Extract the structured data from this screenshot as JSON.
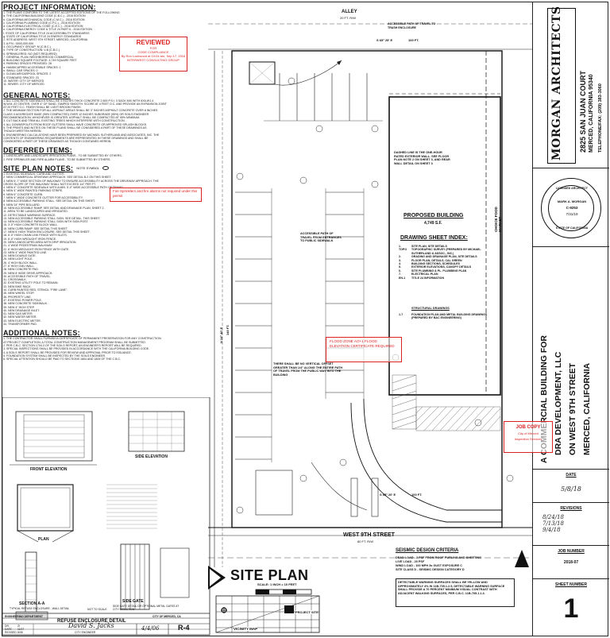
{
  "notes": {
    "project_info": {
      "title": "PROJECT INFORMATION:",
      "lines": [
        "1. THE PLANS CONFORM TO THE LATEST ACCEPTED EDITIONS OF THE FOLLOWING",
        "   a. THE CALIFORNIA BUILDING CODE (C.B.C.) - 2016 EDITION",
        "   b. CALIFORNIA MECHANICAL CODE (C.M.C.) - 2016 EDITION",
        "   c. CALIFORNIA PLUMBING CODE (C.P.C.) - 2016 EDITION",
        "   d. CALIFORNIA ELECTRICAL CODE (C.E.C.) - 2016 EDITION",
        "   e. CALIFORNIA ENERGY CODE & TITLE 24 PART 6 - 2016 EDITION",
        "   f. STATE OF CALIFORNIA TITLE 24 ACCESSIBILITY STANDARDS",
        "   g. STATE OF CALIFORNIA TITLE 24 ENERGY STANDARDS",
        "2. SITE ADDRESS: WEST 9TH STREET, MERCED, CALIFORNIA",
        "3. A.P.N.: 0000-000-000",
        "4. OCCUPANCY GROUP: M (C.B.C.)",
        "5. TYPE OF CONSTRUCTION: V-B (C.B.C.)",
        "6. SPRINKLERED: NO (NOT REQUIRED)",
        "7. GENERAL PLAN: NEIGHBORHOOD COMMERCIAL",
        "8. BUILDING SQUARE FOOTAGE: 4,749 SQUARE FEET",
        "9. PARKING SPACES PROVIDED: 26",
        "   a. HANDICAPPED ACCESSIBLE SPACES: 1",
        "   b. SMALL CAR SPACES: 0",
        "   c. CLEAN AIR/CARPOOL SPACES: 2",
        "   d. STANDARD SPACES: 23",
        "10. WATER: CITY OF MERCED",
        "11. SEWER: CITY OF MERCED"
      ]
    },
    "general": {
      "title": "GENERAL NOTES:",
      "lines": [
        "1. ALL CONCRETE SIDEWALKS SHALL BE 4 INCHES THICK CONCRETE 2,500 P.S.I. 3 SACK MIX WITH 6X6-W1.4",
        "   W.W.M. AT CENTER, OVER 4\" OF SAND, TAMPED SMOOTH. SCORE AT 4 FEET O.C. AND PROVIDE AN EXPANSION JOINT",
        "   AT 20 FEET O.C. FINISH SHALL BE LIGHT BROOM FINISH.",
        "2. THE MINIMUM SECTION FOR ALL ASPHALT AREAS SHALL BE 3\" INCHES ASPHALT CONCRETE OVER 8 INCHES",
        "   CLASS II AGGREGATE BASE (95% COMPACTED) OVER 12 INCHES SUBGRADE (95%) OR SOILS ENGINEER",
        "   RECOMMENDATION, WHICHEVER IS GREATER. ASPHALT SHALL BE COMPACTED AT 95% MINIMUM.",
        "3. CUT BACK AND TRIM ALL EXISTING TREES WHICH INTERFERE WITH CONSTRUCTION.",
        "4. ALL DOWNSPOUTS FROM ROOF GUTTERS SHALL HAVE CONCRETE OR APPROVED SPLASH BLOCKS.",
        "5. THE PRINTS AND NOTES ON THESE PLANS SHALL BE CONSIDERED A PART OF THESE DRAWINGS AS",
        "   THOUGH WRITTEN HEREIN.",
        "6. ENGINEERING CALCULATIONS HAVE BEEN PREPARED BY MICHAEL SUTHERLAND AND ASSOCIATES, INC. THE",
        "   CONTENTS OF ENGINEERING REQUIREMENTS ARE REPRESENTED IN THESE DRAWINGS AND SHALL BE",
        "   CONSIDERED A PART OF THESE DRAWINGS AS THOUGH CONTAINED HEREIN."
      ]
    },
    "deferred": {
      "title": "DEFERRED ITEMS:",
      "lines": [
        "1. LANDSCAPE AND LANDSCAPE IRRIGATION PLANS - TO BE SUBMITTED BY OTHERS.",
        "2. FIRE SPRINKLER AND FIRE ALARM PLANS - TO BE SUBMITTED BY OTHERS."
      ]
    },
    "site_plan_notes": {
      "title": "SITE PLAN NOTES:",
      "note_symbol_label": "NOTE SYMBOL",
      "lines": [
        "1. EXISTING SIDEWALK, CURB AND GUTTER.",
        "2. NEW COMMERCIAL DRIVEWAY APPROACH. SEE DETAIL B-2 ON THIS SHEET.",
        "3. NEW 6'-7\" WIDE SECTION OF WALKWAY TO ENSURE ACCESSIBILITY ACROSS THE DRIVEWAY APPROACH. THE",
        "   CROSS SLOPE OF THE WALKWAY SHALL NOT EXCEED 1/4\" PER FT.",
        "4. NEW 4\" CONCRETE SIDEWALK WITH A MIN. 5'-0\" WIDE ACCESSIBLE PATH OF TRAVEL.",
        "5. NEW 4\" WIDE PAINTED PARKING STRIPE.",
        "6. NEW 6\" CONCRETE CURB.",
        "7. NEW 4\" WIDE CONCRETE GUTTER FOR ACCESSIBILITY.",
        "8. NEW ACCESSIBLE PARKING STALL. SEE DETAIL ON THIS SHEET.",
        "9. NEW 24\" PIPE BOLLARD.",
        "10. NEW ACCESSIBLE RAMP. SEE DETAIL AND DRAINAGE PLAN, SHEET 2.",
        "11. AREA TO BE LANDSCAPED AND IRRIGATED.",
        "12. DETECTABLE WARNING SURFACE.",
        "13. NEW ACCESSIBLE PARKING STALL SIGN. SEE DETAIL, THIS SHEET.",
        "14. NEW ACCESSIBLE PARKING STALL SIGN WITH SIGN POST.",
        "15. 3'-0\" HIGH CONCRETE BLOCK WALL.",
        "16. NEW CURB RAMP. SEE DETAIL THIS SHEET.",
        "17. NEW 6' HIGH TRASH ENCLOSURE. SEE DETAIL THIS SHEET.",
        "18. 6'-0\" HIGH CHAIN LINK FENCE WITH SLATS.",
        "19. 6'-0\" HIGH WROUGHT IRON FENCE.",
        "20. NEW LANDSCAPED AREA WITH DRIP IRRIGATION.",
        "21. 4' WIDE PEDESTRIAN WALKWAY.",
        "22. 6' HIGH WROUGHT IRON FENCE WITH GATE.",
        "23. NEW 4\" WIDE PAINTED LINE.",
        "24. NEW DOUBLE GATE.",
        "25. NEW LIGHT POLE.",
        "26. 4' HIGH BLOCK WALL.",
        "27. 6' HIGH CMU WALL.",
        "28. NEW CONCRETE PAD.",
        "29. NEW 8' WIDE DRIVE APPROACH.",
        "30. ACCESSIBLE PATH OF TRAVEL.",
        "31. CROSSWALK.",
        "32. EXISTING UTILITY POLE TO REMAIN.",
        "33. NEW BIKE RACK.",
        "34. CURB PAINTED RED, STENCIL \"FIRE LANE\".",
        "35. NEW WHEEL STOP.",
        "36. PROPERTY LINE.",
        "37. EXISTING POWER POLE.",
        "38. NEW CONCRETE SIDEWALK.",
        "39. NEW 4\" HIGH STEP.",
        "40. NEW DRAINAGE INLET.",
        "41. NEW GAS METER.",
        "42. NEW WATER METER.",
        "43. NEW ELECTRIC METER.",
        "44. TRANSFORMER PAD."
      ]
    },
    "additional": {
      "title": "ADDITIONAL NOTES:",
      "lines": [
        "1. THE CONTRACTOR SHALL FURNISH A CERTIFICATE OF PERMANENT PRESERVATION FOR ANY CONSTRUCTION.",
        "   AT PROJECT COMPLETION, A TOTAL CONSTRUCTION MANAGEMENT PROGRAM SHALL BE SUBMITTED.",
        "2. PER C.B.C. SECTION 1704.3 OF THE SOILS REPORT, AN ENGINEER'S REPORT WILL BE REQUIRED.",
        "3. SPECIAL INSPECTIONS SHALL BE PROVIDED IN ACCORDANCE WITH THE CALIFORNIA BUILDING CODE.",
        "4. A SOILS REPORT SHALL BE PROVIDED FOR REVIEW AND APPROVAL PRIOR TO ISSUANCE.",
        "5. FOUNDATION SYSTEM SHALL BE INSPECTED BY THE SOILS ENGINEER.",
        "6. SPECIAL ATTENTION SHOULD BE PAID TO SECTIONS 1804 AND 1805 OF THE C.B.C."
      ]
    },
    "stamps": {
      "reviewed_title": "REVIEWED",
      "reviewed_for": "FOR",
      "reviewed_code": "CODE COMPLIANCE",
      "reviewed_by": "By Ron Lockwood at 10:04 am, Sep 17, 2018",
      "reviewed_company": "INTERWEST CONSULTING GROUP",
      "sprinkler_note": "Fire Sprinklers and fire alarms not required under this permit",
      "flood_note": "FLOOD ZONE AO+1 FLOOD ELEVATION CERTIFICATE REQUIRED",
      "job_copy_title": "JOB COPY",
      "job_copy_city": "City of Merced",
      "job_copy_services": "Inspection Services"
    }
  },
  "site_plan": {
    "alley_label": "ALLEY",
    "alley_row": "20 FT. R/W",
    "street_label": "WEST 9TH STREET",
    "street_row": "80 FT. R/W",
    "bearing_top": "S 65° 25' E",
    "dim_top": "100 FT.",
    "bearing_bottom": "S 65° 20' E",
    "dim_bottom": "100 FT.",
    "bearing_left": "N 24° 40' E",
    "dim_left": "140 FT.",
    "accessible_path_top": "ACCESSIBLE PATH OF TRAVEL TO TRASH ENCLOSURE",
    "dashed_line_note": "DASHED LINE IS THE ONE-HOUR RATED EXTERIOR WALL. SEE FLOOR PLAN NOTE 2 ON SHEET 3, AND REAR WALL DETAIL ON SHEET 3",
    "market_label": "CHOICE FOOD MARKET",
    "proposed_title": "PROPOSED BUILDING",
    "proposed_area": "4,749 S.F.",
    "accessible_path_mid": "ACCESSIBLE PATH OF TRAVEL FROM ENTRANCES TO PUBLIC SIDEWALK",
    "vertical_offset_note": "THERE SHALL BE NO VERTICAL OFFSET GREATER THAN 1/4\" ALONG THE ENTIRE PATH OF TRAVEL FROM THE PUBLIC WAY INTO THE BUILDING",
    "drawing_index_title": "DRAWING SHEET INDEX:",
    "drawing_index": [
      {
        "no": "1.",
        "text": "SITE PLAN, SITE DETAILS"
      },
      {
        "no": "TOPO",
        "text": "TOPOGRAPHIC SURVEY (PREPARED BY MICHAEL SUTHERLAND & ASSOC., INC.)"
      },
      {
        "no": "2.",
        "text": "GRADING AND DRAINAGE PLAN, SITE DETAILS"
      },
      {
        "no": "3.",
        "text": "FLOOR PLAN, DETAILS, CAL GREEN"
      },
      {
        "no": "4.",
        "text": "BUILDING SECTIONS, SCHEDULES"
      },
      {
        "no": "5.",
        "text": "EXTERIOR ELEVATIONS, CANOPY DETAILS"
      },
      {
        "no": "6.",
        "text": "SITE PLUMBING & PL. PLUMBING PLAN"
      },
      {
        "no": "7.",
        "text": "ELECTRICAL PLAN"
      },
      {
        "no": "EN-1",
        "text": "TITLE 24 INFORMATION"
      }
    ],
    "structural_title": "STRUCTURAL DRAWINGS",
    "structural_item": {
      "no": "1-7",
      "text": "FOUNDATION PLAN AND METAL BUILDING DRAWINGS (PREPARED BY BAC ENGINEERING)"
    },
    "title": "SITE PLAN",
    "scale": "SCALE: 1 INCH = 10 FEET",
    "vicinity": "VICINITY MAP",
    "project_site": "PROJECT SITE",
    "seismic_title": "SEISMIC DESIGN CRITERIA",
    "seismic_lines": [
      "DEAD LOAD - 3 PSF FROM ROOF PURLINS AND SHEETING",
      "LIVE LOAD - 20 PSF",
      "WIND LOAD - 100 MPH 3s GUST EXPOSURE C",
      "SITE CLASS D - SEISMIC DESIGN CATEGORY D"
    ],
    "detectable_note": "DETECTABLE WARNING SURFACES SHALL BE YELLOW AND APPROXIMATELY 4% IN 11B-705.1.2.5, DETECTABLE WARNING SURFACE SHALL PROVIDE A 70 PERCENT MINIMUM VISUAL CONTRAST WITH ADJACENT WALKING SURFACES, PER C.B.C. 11B-705.1.1.3."
  },
  "details": {
    "front_elev": "FRONT ELEVATION",
    "side_elev": "SIDE ELEVATION",
    "plan": "PLAN",
    "section": "SECTION A-A",
    "section_sub": "TYPICAL REFUSE ENCLOSURE - WALL DETAIL",
    "side_gate": "SIDE GATE",
    "side_gate_sub": "SIDE GATE DETAIL OR OPTIONAL METAL GATES AT CITY DIRECTION",
    "not_to_scale": "NOT TO SCALE",
    "engineering_dept": "ENGINEERING DEPARTMENT",
    "city": "CITY OF MERCED, CA",
    "detail_title": "REFUSE ENCLOSURE DETAIL",
    "drawing_no": "R-4",
    "dr_label": "DR.",
    "dr_value": "Zl",
    "date_label": "DATE",
    "date_value": "11/07",
    "revised_label": "REVISED",
    "revised_value": "8/06",
    "city_engineer": "CITY ENGINEER",
    "sig": "David S. Jacks",
    "sig_date": "4/4/06"
  },
  "title_block": {
    "firm": "MORGAN ARCHITECTS",
    "address": "2825 SAN JUAN COURT",
    "city": "MERCED, CALIFORNIA 95340",
    "phone": "TELEPHONE/FAX: (209) 383-3060",
    "seal_top": "LICENSED ARCHITECT",
    "seal_name": "MARK A. MORGAN",
    "seal_no": "C-9253",
    "seal_exp": "7/31/19",
    "seal_bottom": "STATE OF CALIFORNIA",
    "project_line1": "A COMMERCIAL BUILDING FOR",
    "project_line2": "DRA DEVELOPMENT, LLC",
    "project_line3": "ON WEST 9TH STREET",
    "project_line4": "MERCED, CALIFORNIA",
    "date_title": "DATE",
    "date_value": "5/8/18",
    "revisions_title": "REVISIONS",
    "rev1": "8/24/18",
    "rev2": "7/13/18",
    "rev3": "9/4/18",
    "job_title": "JOB NUMBER",
    "job_value": "2018-07",
    "sheet_title": "SHEET NUMBER",
    "sheet_value": "1"
  },
  "colors": {
    "stamp_red": "#dd2222",
    "ink": "#111111"
  }
}
